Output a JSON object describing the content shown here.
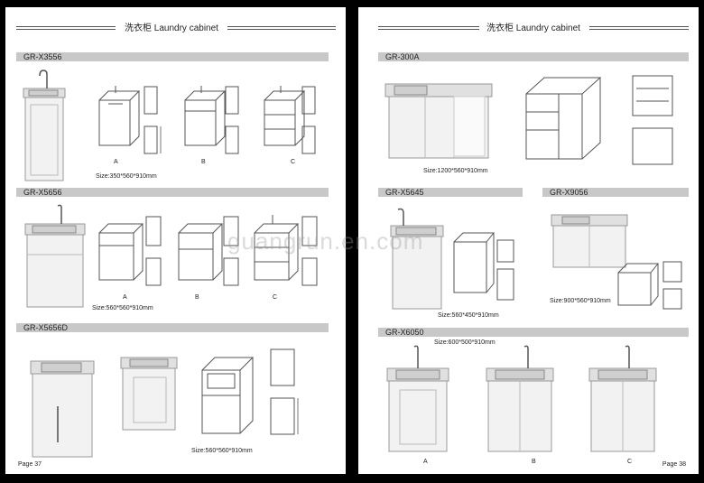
{
  "header": {
    "title": "洗衣柜 Laundry cabinet"
  },
  "left_page": {
    "page_number": "Page 37",
    "sections": [
      {
        "model": "GR-X3556",
        "size": "Size:350*560*910mm",
        "variants": [
          "A",
          "B",
          "C"
        ]
      },
      {
        "model": "GR-X5656",
        "size": "Size:560*560*910mm",
        "variants": [
          "A",
          "B",
          "C"
        ]
      },
      {
        "model": "GR-X5656D",
        "size": "Size:560*560*910mm",
        "variants": []
      }
    ]
  },
  "right_page": {
    "page_number": "Page 38",
    "sections": [
      {
        "model": "GR-300A",
        "size": "Size:1200*560*910mm"
      },
      {
        "model": "GR-X5645",
        "size": "Size:560*450*910mm"
      },
      {
        "model": "GR-X9056",
        "size": "Size:900*560*910mm"
      },
      {
        "model": "GR-X6050",
        "size": "Size:600*500*910mm",
        "variants": [
          "A",
          "B",
          "C"
        ]
      }
    ]
  },
  "watermark": "guangrun.en.com"
}
